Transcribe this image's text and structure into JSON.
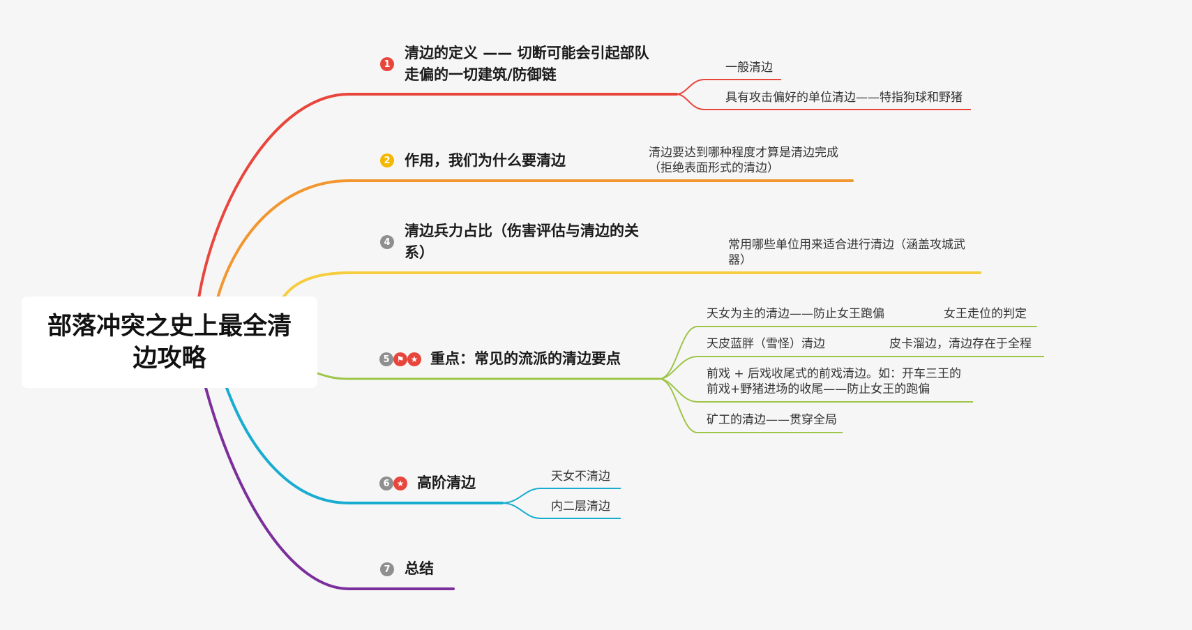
{
  "root": {
    "title_line1": "部落冲突之史上最全清",
    "title_line2": "边攻略"
  },
  "colors": {
    "b1": "#e8463c",
    "b2": "#f2962f",
    "b3": "#f6cd3f",
    "b4": "#9dc548",
    "b5": "#18acd0",
    "b6": "#7b2f9a",
    "badge_gray": "#8f8f8f"
  },
  "branches": [
    {
      "num": "1",
      "title_line1": "清边的定义 —— 切断可能会引起部队",
      "title_line2": "走偏的一切建筑/防御链",
      "children": [
        "一般清边",
        "具有攻击偏好的单位清边——特指狗球和野猪"
      ]
    },
    {
      "num": "2",
      "title_line1": "作用，我们为什么要清边",
      "children_line1": "清边要达到哪种程度才算是清边完成",
      "children_line2": "（拒绝表面形式的清边）"
    },
    {
      "num": "4",
      "title_line1": "清边兵力占比（伤害评估与清边的关",
      "title_line2": "系）",
      "children_line1": "常用哪些单位用来适合进行清边（涵盖攻城武",
      "children_line2": "器）"
    },
    {
      "num": "5",
      "flag_icon": "flag-icon",
      "star_icon": "star-icon",
      "title_line1": "重点：常见的流派的清边要点",
      "children": [
        {
          "text": "天女为主的清边——防止女王跑偏",
          "sub": "女王走位的判定"
        },
        {
          "text": "天皮蓝胖（雪怪）清边",
          "sub": "皮卡溜边，清边存在于全程"
        },
        {
          "line1": "前戏 + 后戏收尾式的前戏清边。如：开车三王的",
          "line2": "前戏+野猪进场的收尾——防止女王的跑偏"
        },
        {
          "text": "矿工的清边——贯穿全局"
        }
      ]
    },
    {
      "num": "6",
      "star_icon": "star-icon",
      "title_line1": "高阶清边",
      "children": [
        "天女不清边",
        "内二层清边"
      ]
    },
    {
      "num": "7",
      "title_line1": "总结"
    }
  ]
}
